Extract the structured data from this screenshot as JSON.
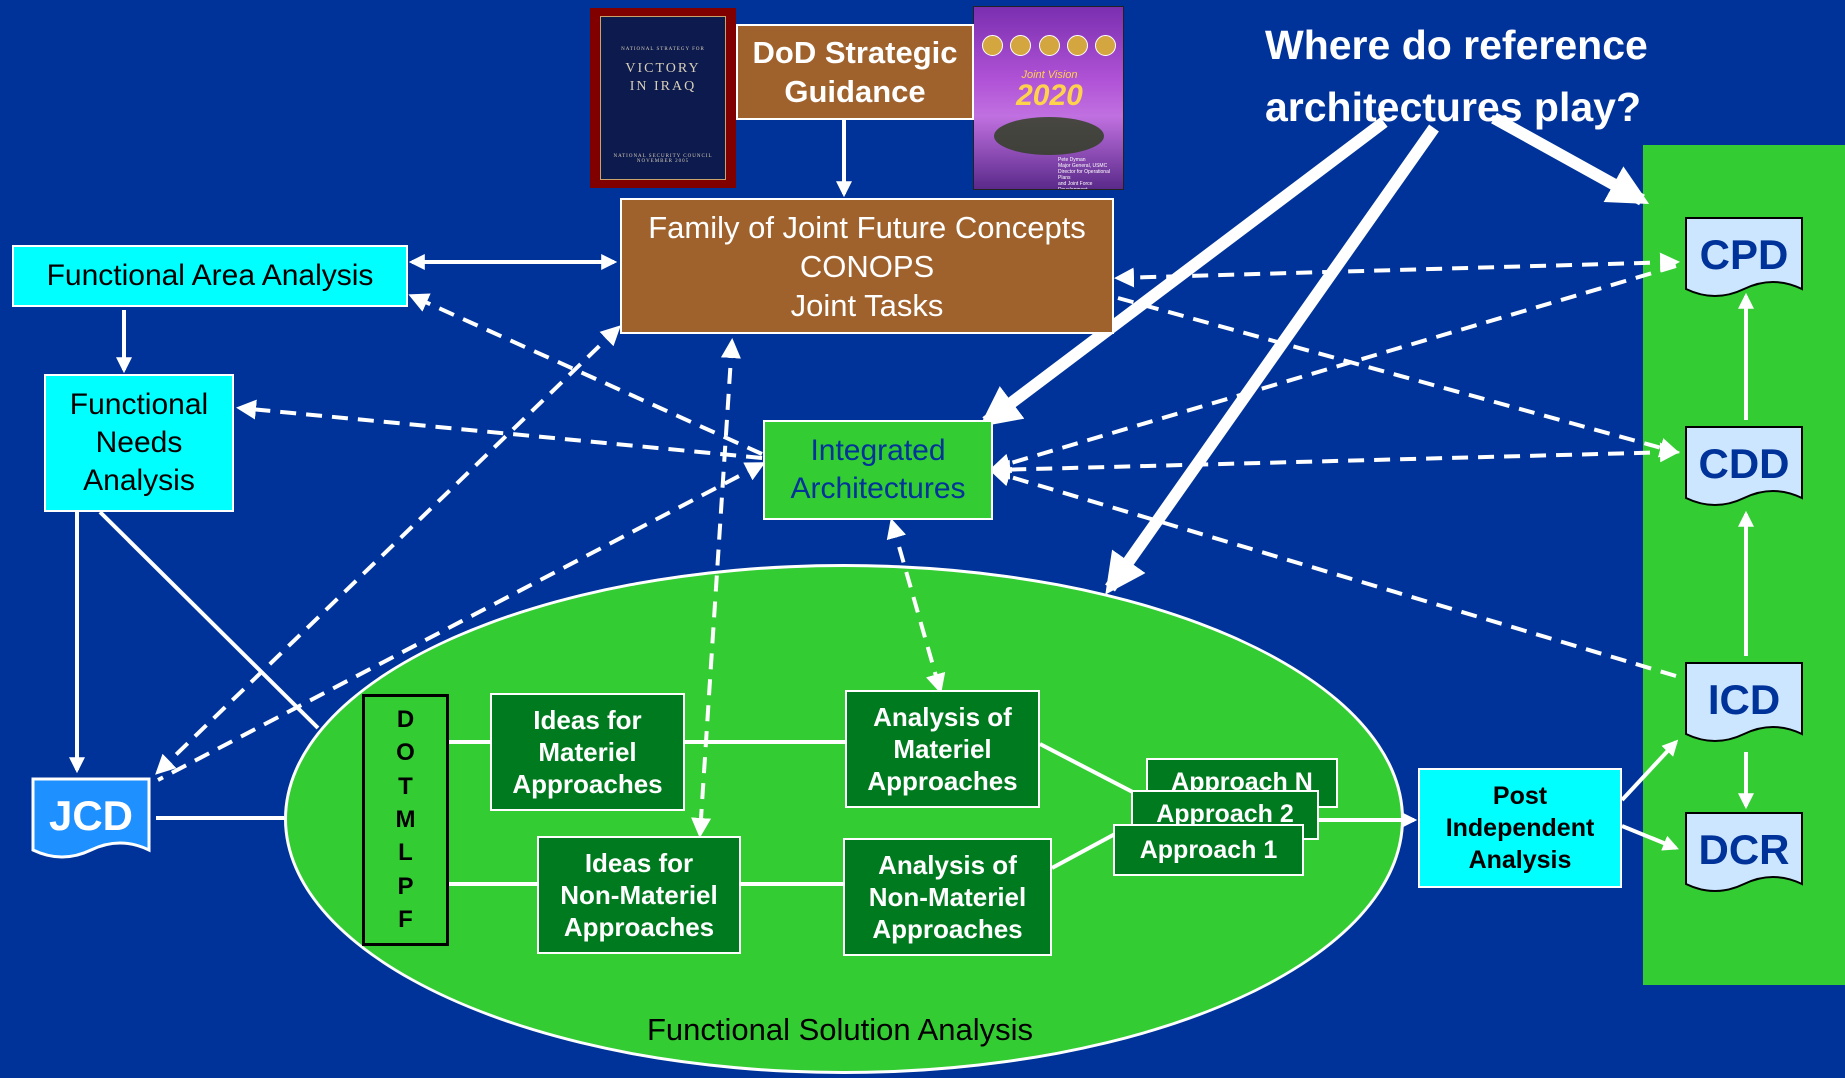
{
  "colors": {
    "background": "#003399",
    "cyan_box": "#00ffff",
    "brown_box": "#a0622d",
    "bright_green": "#33cc33",
    "dark_green_box": "#007a1f",
    "doc_fill": "#cce6ff"
  },
  "question": "Where do reference architectures play?",
  "strategic_guidance": "DoD Strategic\nGuidance",
  "joint_concepts": "Family of Joint Future Concepts\nCONOPS\nJoint Tasks",
  "functional_area_analysis": "Functional Area Analysis",
  "functional_needs_analysis": "Functional\nNeeds\nAnalysis",
  "integrated_architectures": "Integrated\nArchitectures",
  "functional_solution_analysis": "Functional Solution Analysis",
  "dotmlpf": [
    "D",
    "O",
    "T",
    "M",
    "L",
    "P",
    "F"
  ],
  "ideas_materiel": "Ideas for\nMateriel\nApproaches",
  "ideas_non_materiel": "Ideas for\nNon-Materiel\nApproaches",
  "analysis_materiel": "Analysis of\nMateriel\nApproaches",
  "analysis_non_materiel": "Analysis of\nNon-Materiel\nApproaches",
  "approaches": [
    "Approach N",
    "Approach 2",
    "Approach 1"
  ],
  "post_independent_analysis": "Post\nIndependent\nAnalysis",
  "documents": {
    "jcd": "JCD",
    "cpd": "CPD",
    "cdd": "CDD",
    "icd": "ICD",
    "dcr": "DCR"
  },
  "book_victory": {
    "header": "NATIONAL STRATEGY FOR",
    "title": "VICTORY\nIN IRAQ",
    "footer": "NATIONAL SECURITY COUNCIL\nNOVEMBER 2005"
  },
  "book_joint_vision": {
    "subtitle": "Joint Vision",
    "year": "2020",
    "credits": "Pete Dyman\nMajor General, USMC\nDirector for Operational Plans\nand Joint Force Development"
  }
}
